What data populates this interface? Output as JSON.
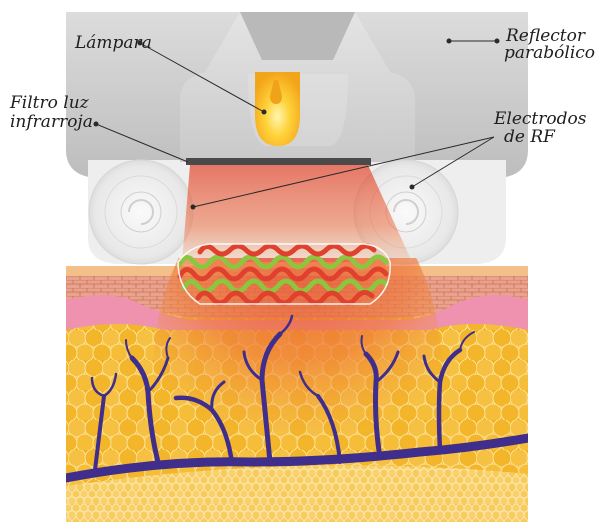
{
  "labels": {
    "lamp": "Lámpara",
    "reflector_line1": "Reflector",
    "reflector_line2": "parabólico",
    "filter_line1": "Filtro luz",
    "filter_line2": "infrarroja",
    "electrodes_line1": "Electrodos",
    "electrodes_line2": "de RF"
  },
  "colors": {
    "reflector": "#cfcfcf",
    "electrode": "#ececec",
    "lamp_glow": "#ffd23a",
    "heat": "#e8553a",
    "epidermis": "#e79a84",
    "dermis_pink": "#ee8fb0",
    "fat": "#f2a814",
    "vessel": "#3f2e8c",
    "rf_green": "#8cc63f",
    "rf_red": "#e0412c"
  }
}
